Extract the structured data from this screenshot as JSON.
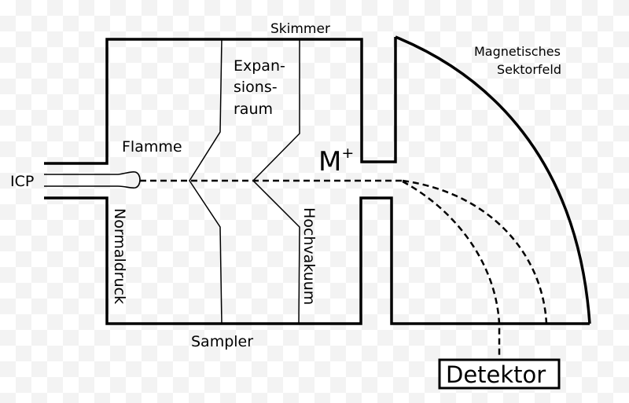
{
  "diagram": {
    "colors": {
      "line": "#000000",
      "background": "#ffffff",
      "checker": "#f3f3f3"
    },
    "labels": {
      "icp": "ICP",
      "flamme": "Flamme",
      "expansion": [
        "Expan-",
        "sions-",
        "raum"
      ],
      "skimmer": "Skimmer",
      "ion": "M",
      "ion_charge": "+",
      "magnetic": [
        "Magnetisches",
        "Sektorfeld"
      ],
      "normaldruck": "Normaldruck",
      "hochvakuum": "Hochvakuum",
      "sampler": "Sampler",
      "detektor": "Detektor"
    }
  }
}
